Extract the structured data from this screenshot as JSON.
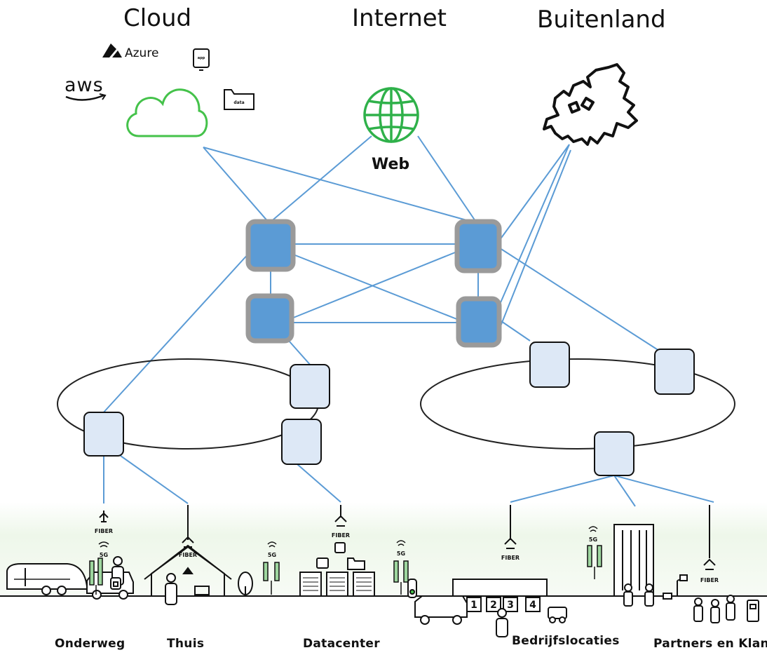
{
  "headings": {
    "cloud": "Cloud",
    "internet": "Internet",
    "abroad": "Buitenland"
  },
  "cloud_providers": {
    "azure": "Azure",
    "aws": "aws"
  },
  "web_label": "Web",
  "icon_tags": {
    "fiber": "FIBER",
    "five_g": "5G",
    "data": "data",
    "app": "app"
  },
  "locations": {
    "onderweg": "Onderweg",
    "thuis": "Thuis",
    "datacenter": "Datacenter",
    "bedrijfslocaties": "Bedrijfslocaties",
    "partners": "Partners en Klant"
  },
  "building_numbers": [
    "1",
    "2",
    "3",
    "4"
  ],
  "colors": {
    "link": "#5b9bd5",
    "core_node_fill": "#5b9bd5",
    "core_node_border": "#9a9a9a",
    "edge_node_fill": "#dde8f6",
    "cloud_green": "#44c24a",
    "ground_tint": "#eef7ea"
  }
}
